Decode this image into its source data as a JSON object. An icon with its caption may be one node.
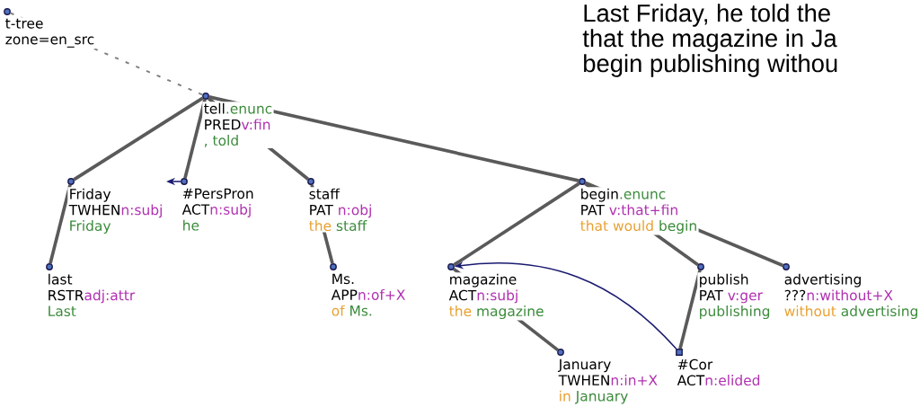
{
  "diagram": {
    "nodes": [
      {
        "text": [
          "t-tree",
          "zone=en_src"
        ]
      },
      {
        "text": [
          "tell",
          ".enunc",
          "PRED",
          "v:fin",
          ", told"
        ]
      },
      {
        "text": [
          "Friday",
          "TWHEN",
          "n:subj",
          "Friday"
        ]
      },
      {
        "text": [
          "#PersPron",
          "ACT",
          "n:subj",
          "he"
        ]
      },
      {
        "text": [
          "staff",
          "PAT",
          "n:obj",
          "the",
          "staff"
        ]
      },
      {
        "text": [
          "begin",
          ".enunc",
          "PAT",
          "v:that+fin",
          "that would",
          "begin"
        ]
      },
      {
        "text": [
          "last",
          "RSTR",
          "adj:attr",
          "Last"
        ]
      },
      {
        "text": [
          "Ms.",
          "APP",
          "n:of+X",
          "of",
          "Ms."
        ]
      },
      {
        "text": [
          "magazine",
          "ACT",
          "n:subj",
          "the",
          "magazine"
        ]
      },
      {
        "text": [
          "publish",
          "PAT",
          "v:ger",
          "publishing"
        ]
      },
      {
        "text": [
          "advertising",
          "???",
          "n:without+X",
          "without",
          "advertising"
        ]
      },
      {
        "text": [
          "January",
          "TWHEN",
          "n:in+X",
          "in",
          "January"
        ]
      },
      {
        "text": [
          "#Cor",
          "ACT",
          "n:elided"
        ]
      }
    ],
    "edges": [
      {
        "from": 0,
        "to": 1,
        "arrow": "none",
        "style": "dashed"
      },
      {
        "from": 1,
        "to": 2,
        "arrow": "none"
      },
      {
        "from": 1,
        "to": 3,
        "arrow": "none"
      },
      {
        "from": 1,
        "to": 4,
        "arrow": "none"
      },
      {
        "from": 1,
        "to": 5,
        "arrow": "none"
      },
      {
        "from": 2,
        "to": 6,
        "arrow": "none"
      },
      {
        "from": 4,
        "to": 7,
        "arrow": "none"
      },
      {
        "from": 5,
        "to": 8,
        "arrow": "none"
      },
      {
        "from": 5,
        "to": 9,
        "arrow": "none"
      },
      {
        "from": 5,
        "to": 10,
        "arrow": "none"
      },
      {
        "from": 8,
        "to": 11,
        "arrow": "none"
      },
      {
        "from": 9,
        "to": 12,
        "arrow": "none"
      },
      {
        "from": 3,
        "to": null,
        "arrow": "to",
        "color": "#1a1a70"
      },
      {
        "from": 12,
        "to": 8,
        "arrow": "to",
        "color": "#1a1a70"
      }
    ],
    "labels": [
      "Last Friday, he told the",
      "that the magazine in Ja",
      "begin publishing withou"
    ]
  }
}
